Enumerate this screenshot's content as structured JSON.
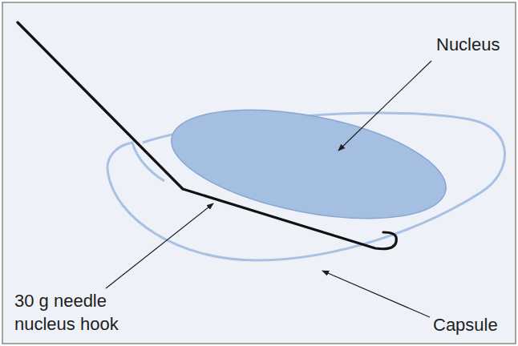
{
  "diagram": {
    "labels": [
      "Nucleus",
      "30 g needle nucleus hook",
      "Capsule"
    ]
  }
}
